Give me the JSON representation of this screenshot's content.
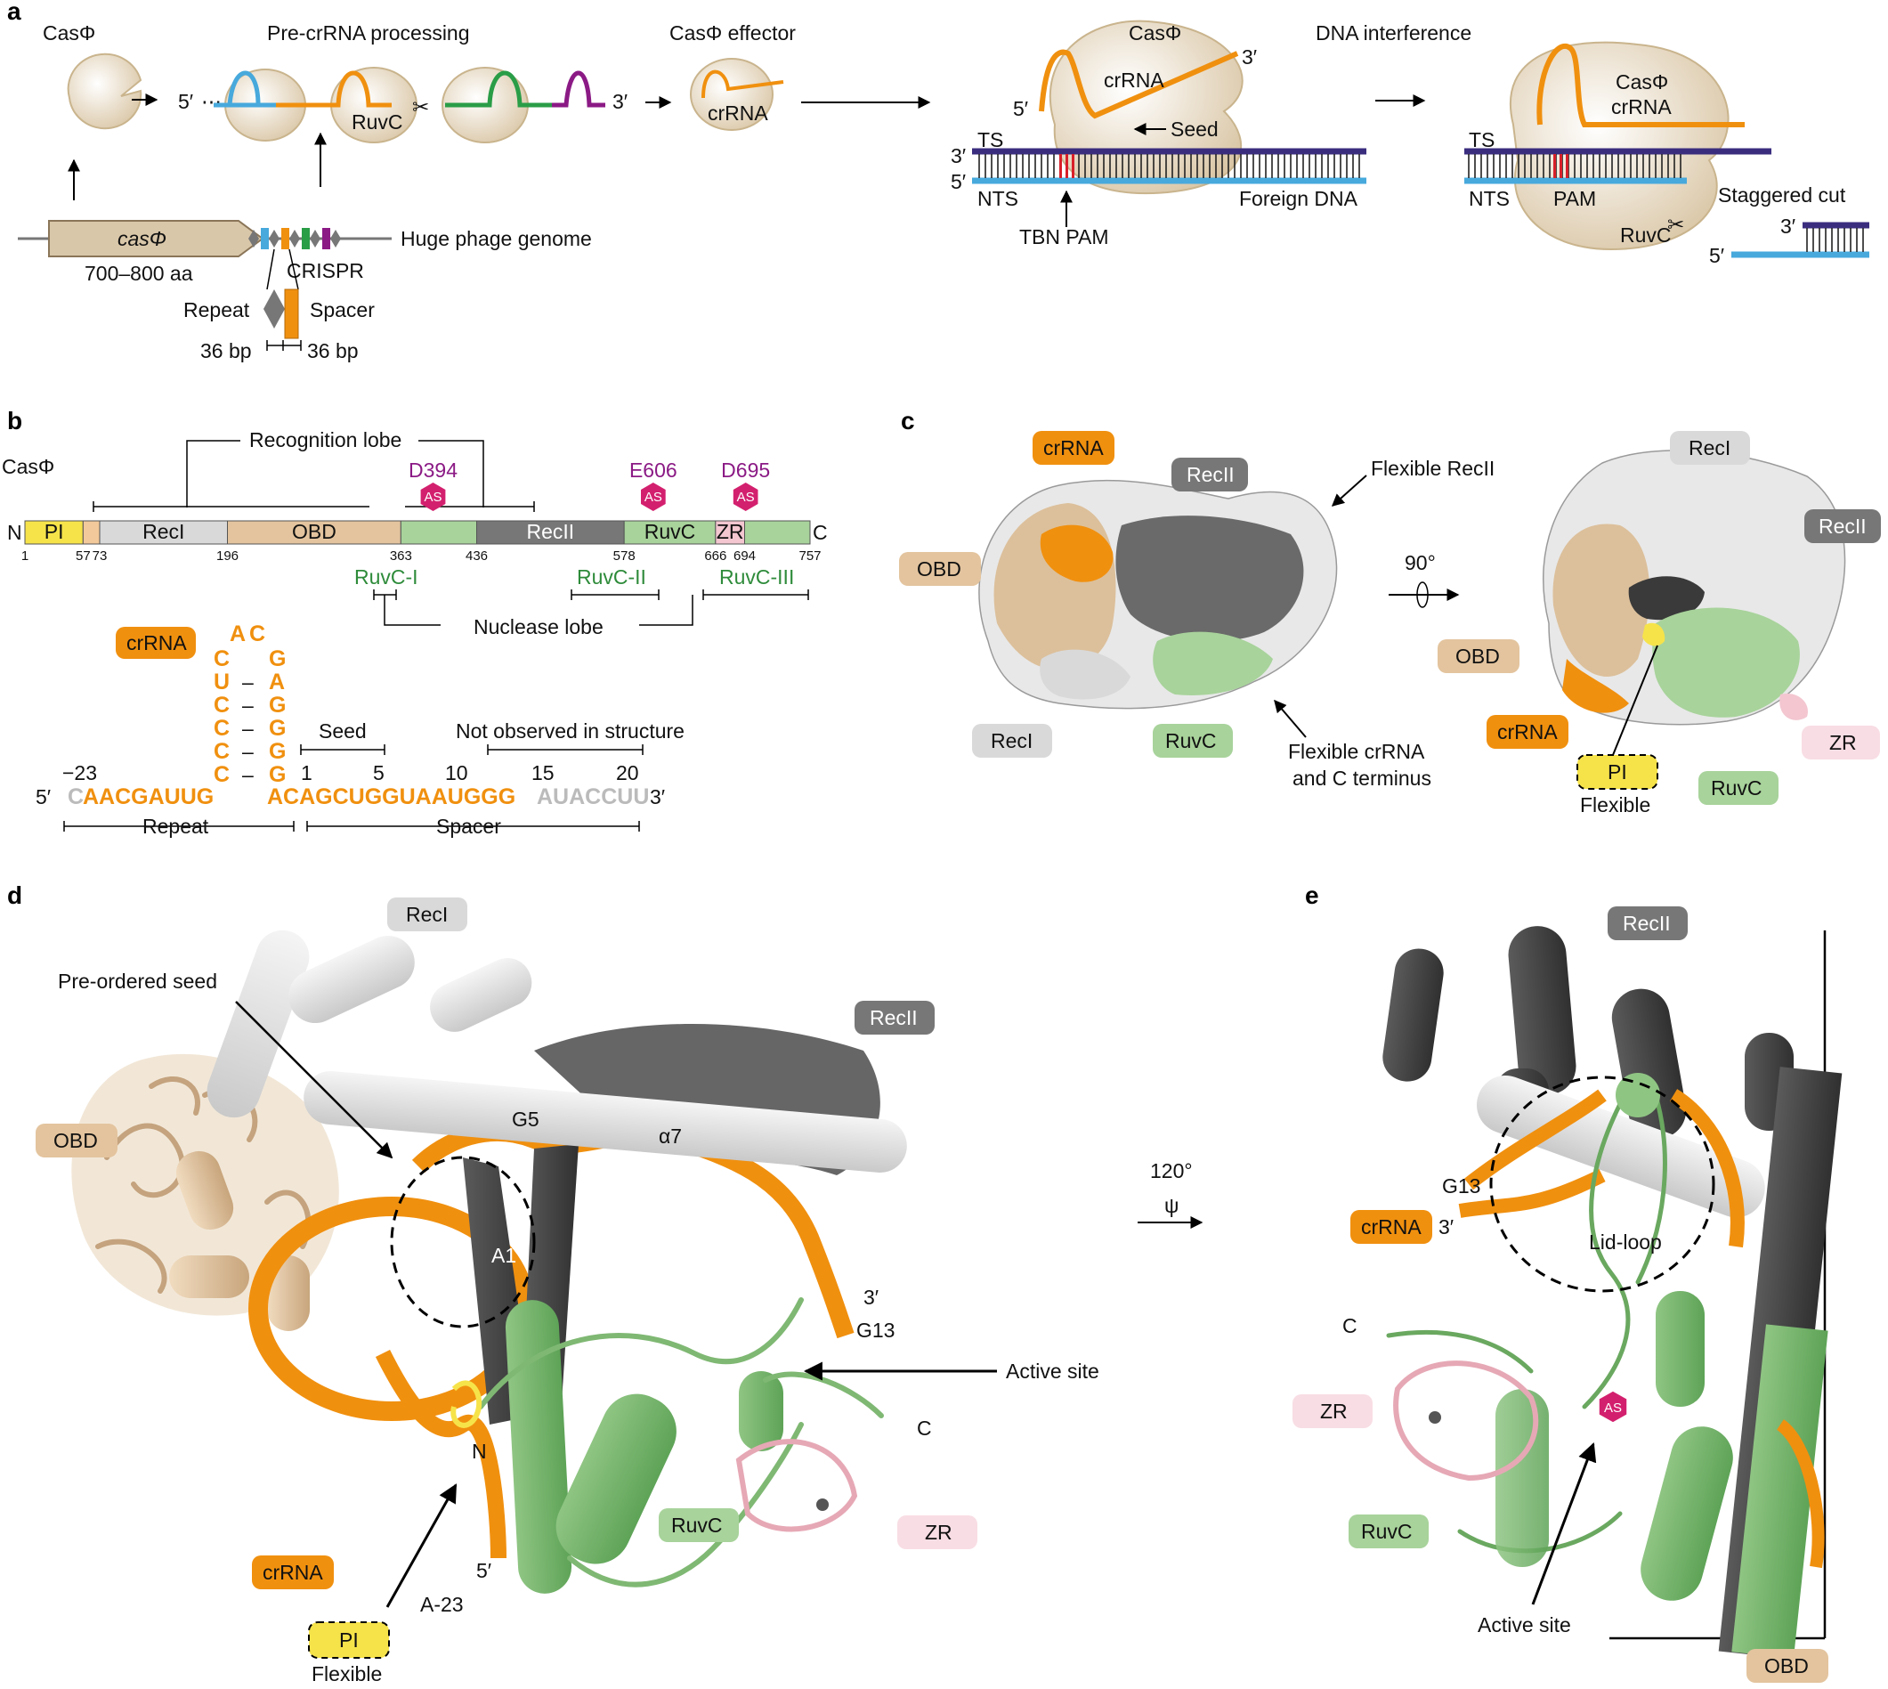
{
  "panels": {
    "a": "a",
    "b": "b",
    "c": "c",
    "d": "d",
    "e": "e"
  },
  "colors": {
    "cas": "#e5d5bd",
    "casStroke": "#c9b48d",
    "crRNA": "#f0900f",
    "ts": "#3a2d7e",
    "nts": "#47a9dc",
    "pam": "#d8202a",
    "ruvc": "#a8d39b",
    "recI": "#d9d9d9",
    "recII": "#777777",
    "obd": "#e3c49e",
    "pi": "#f6e34a",
    "zr": "#f3c6d0",
    "as": "#d3206e"
  },
  "a": {
    "casphi": "CasΦ",
    "pre": "Pre-crRNA processing",
    "effector": "CasΦ effector",
    "interference": "DNA interference",
    "five": "5′",
    "three": "3′",
    "ruvc": "RuvC",
    "crrna": "crRNA",
    "gene": "casΦ",
    "aa": "700–800 aa",
    "crispr": "CRISPR",
    "genome": "Huge phage genome",
    "repeat": "Repeat",
    "spacer": "Spacer",
    "bp1": "36 bp",
    "bp2": "36 bp",
    "seed": "Seed",
    "ts": "TS",
    "nts": "NTS",
    "foreign": "Foreign DNA",
    "tbnpam": "TBN PAM",
    "pam": "PAM",
    "stag": "Staggered cut",
    "ellipsis": "⋯"
  },
  "b": {
    "recog": "Recognition lobe",
    "nuclease": "Nuclease lobe",
    "casphi": "CasΦ",
    "N": "N",
    "C": "C",
    "domains": [
      "PI",
      "RecI",
      "OBD",
      "RecII",
      "RuvC",
      "ZR"
    ],
    "ticks": [
      "1",
      "57",
      "73",
      "196",
      "363",
      "436",
      "578",
      "666",
      "694",
      "757"
    ],
    "mutants": [
      "D394",
      "E606",
      "D695"
    ],
    "as": "AS",
    "ruvcI": "RuvC-I",
    "ruvcII": "RuvC-II",
    "ruvcIII": "RuvC-III",
    "crrna": "crRNA",
    "seedLbl": "Seed",
    "notObs": "Not observed in structure",
    "repeatLbl": "Repeat",
    "spacerLbl": "Spacer",
    "pos": [
      "−23",
      "1",
      "5",
      "10",
      "15",
      "20"
    ],
    "five": "5′",
    "three": "3′",
    "seqGrey1": "C",
    "seqRepeat": "AACGAUUG",
    "seqSpacer": "ACAGCUGGUAAUGGG",
    "seqGrey2": "AUACCUU",
    "stemLeft": [
      "C",
      "U",
      "C",
      "C",
      "C",
      "C"
    ],
    "stemRight": [
      "G",
      "A",
      "G",
      "G",
      "G",
      "G"
    ],
    "loop": [
      "A",
      "C"
    ],
    "dash": "–"
  },
  "c": {
    "crrna": "crRNA",
    "recII": "RecII",
    "flexRecII": "Flexible RecII",
    "obd": "OBD",
    "recI": "RecI",
    "ruvc": "RuvC",
    "flexC1": "Flexible crRNA",
    "flexC2": "and C terminus",
    "deg": "90°",
    "zr": "ZR",
    "pi": "PI",
    "flexible": "Flexible"
  },
  "d": {
    "recI": "RecI",
    "recII": "RecII",
    "preSeed": "Pre-ordered seed",
    "obd": "OBD",
    "g5": "G5",
    "alpha": "α7",
    "a1": "A1",
    "three": "3′",
    "g13": "G13",
    "activeSite": "Active site",
    "c": "C",
    "n": "N",
    "ruvc": "RuvC",
    "zr": "ZR",
    "crrna": "crRNA",
    "five": "5′",
    "a23": "A-23",
    "pi": "PI",
    "flexible": "Flexible",
    "deg": "120°"
  },
  "e": {
    "recII": "RecII",
    "g13": "G13",
    "crrna": "crRNA",
    "three": "3′",
    "lid": "Lid-loop",
    "c": "C",
    "zr": "ZR",
    "as": "AS",
    "ruvc": "RuvC",
    "activeSite": "Active site",
    "obd": "OBD"
  }
}
